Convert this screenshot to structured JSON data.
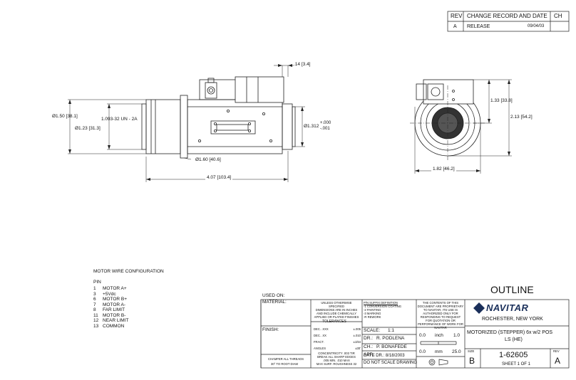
{
  "revision_table": {
    "headers": [
      "REV",
      "CHANGE RECORD AND DATE",
      "CH"
    ],
    "row": {
      "rev": "A",
      "change": "RELEASE",
      "date": "09/04/03",
      "ch": ""
    }
  },
  "dimensions": {
    "top_offset": ".14 [3.4]",
    "outer_diameter": "Ø1.50 [38.1]",
    "thread": "1.093-32 UN - 2A",
    "inner_diameter": "Ø1.23 [31.3]",
    "flange_diameter": "Ø1.60 [40.6]",
    "body_diameter": "Ø1.312",
    "body_tol_plus": "+.000",
    "body_tol_minus": "-.001",
    "overall_length": "4.07 [103.4]",
    "center_height": "1.33 [33.8]",
    "overall_height": "2.13 [54.2]",
    "overall_width": "1.82 [46.2]"
  },
  "wire_config": {
    "title": "MOTOR WIRE CONFIGURATION",
    "pin_header": "PIN",
    "pins": [
      {
        "pin": "1",
        "name": "MOTOR A+"
      },
      {
        "pin": "3",
        "name": "+5Vdc"
      },
      {
        "pin": "6",
        "name": "MOTOR B+"
      },
      {
        "pin": "7",
        "name": "MOTOR A-"
      },
      {
        "pin": "8",
        "name": "FAR LIMIT"
      },
      {
        "pin": "11",
        "name": "MOTOR B-"
      },
      {
        "pin": "12",
        "name": "NEAR LIMIT"
      },
      {
        "pin": "13",
        "name": "COMMON"
      }
    ]
  },
  "title_block": {
    "used_on": "USED ON:",
    "material": "MATERIAL:",
    "finish": "FINISH:",
    "chamfer_line1": "CHAMFER ALL THREADS",
    "chamfer_line2": "30° TO ROOT DIAM",
    "notes": [
      "UNLESS OTHERWISE",
      "SPECIFIED",
      "DIMENSIONS ARE IN INCHES",
      "AND INCLUDE CHEMICALLY",
      "APPLIED OR PLATED FINISHES"
    ],
    "tolerances_title": "TOLERANCES",
    "tolerances": [
      {
        "label": "DEC. .XXX",
        "value": "±.005"
      },
      {
        "label": "DEC. .XX",
        "value": "±.010"
      },
      {
        "label": "FRACT.",
        "value": "±1/64"
      },
      {
        "label": "ANGLES",
        "value": "±30'"
      }
    ],
    "concentricity": "CONCENTRICITY .003 TIR",
    "break_edges": "BREAK ALL SHARP EDGES",
    "break_size": ".005 MIN. .010 MAX",
    "roughness": "MAX SURF. ROUGHNESS",
    "roughness_value": "32",
    "pn_suffix_title": "P/N SUFFIX DEFINITION",
    "pn_suffix": [
      "-1 CONVERSION COATING",
      "-2 PAINTING",
      "-3 MARKING",
      "-R REWORK"
    ],
    "scale_label": "SCALE:",
    "scale_value": "1:1",
    "dr_label": "DR.:",
    "dr_value": "R. PODLENA",
    "ch_label": "CH.:",
    "ch_value": "P. BONAFEDE",
    "app_label": "APP.:",
    "date_label": "DATE DR.:",
    "date_value": "8/18/2003",
    "do_not_scale": "DO NOT SCALE DRAWING",
    "proprietary": [
      "THE CONTENTS OF THIS",
      "DOCUMENT ARE PROPRIETARY",
      "TO NAVITAR, ITS USE IS",
      "AUTHORIZED ONLY FOR",
      "RESPONDING TO REQUEST",
      "FOR QUOTATION OR",
      "PERFORMANCE OF WORK FOR",
      "NAVITAR"
    ],
    "scale_inch": {
      "left": "0.0",
      "unit": "inch",
      "right": "1.0"
    },
    "scale_mm": {
      "left": "0.0",
      "unit": "mm",
      "right": "25.0"
    },
    "outline": "OUTLINE",
    "company": "NAVITAR",
    "location": "ROCHESTER, NEW YORK",
    "description_line1": "MOTORIZED (STEPPER) 6x w/2 POS",
    "description_line2": "LS (HE)",
    "size_label": "SIZE",
    "size_value": "B",
    "part_number": "1-62605",
    "sheet": "SHEET 1 OF 1",
    "rev_label": "REV",
    "rev_value": "A"
  }
}
